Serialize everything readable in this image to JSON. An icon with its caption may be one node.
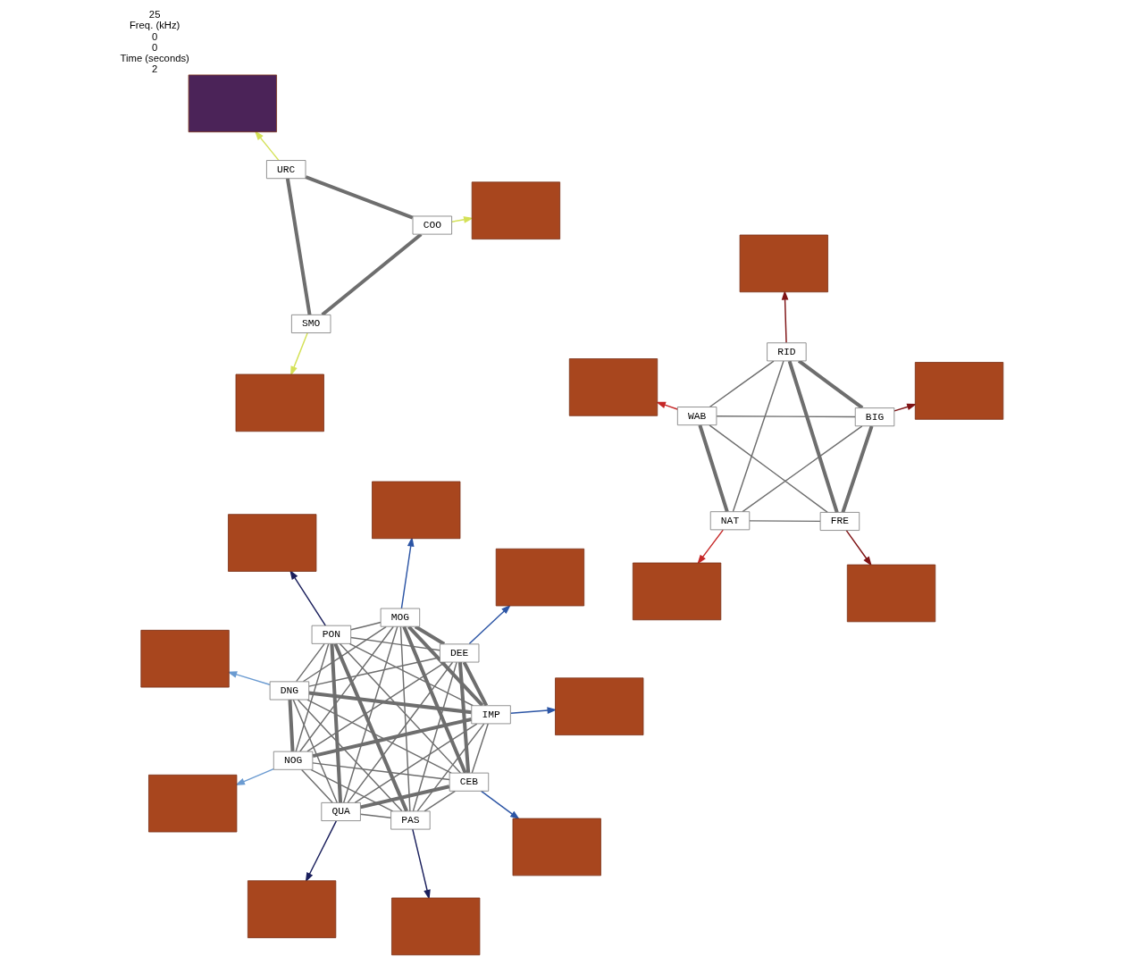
{
  "diagram": {
    "nodes": [
      {
        "text": [
          "URC"
        ]
      },
      {
        "text": [
          "COO"
        ]
      },
      {
        "text": [
          "SMO"
        ]
      },
      {
        "text": [
          "WAB"
        ]
      },
      {
        "text": [
          "NAT"
        ]
      },
      {
        "text": [
          "FRE"
        ]
      },
      {
        "text": [
          "RID"
        ]
      },
      {
        "text": [
          "BIG"
        ]
      },
      {
        "text": [
          "NOG"
        ]
      },
      {
        "text": [
          "DNG"
        ]
      },
      {
        "text": [
          "IMP"
        ]
      },
      {
        "text": [
          "DEE"
        ]
      },
      {
        "text": [
          "MOG"
        ]
      },
      {
        "text": [
          "CEB"
        ]
      },
      {
        "text": [
          "QUA"
        ]
      },
      {
        "text": [
          "PON"
        ]
      },
      {
        "text": [
          "PAS"
        ]
      },
      {
        "text": [],
        "shape": "box",
        "beside": [
          "25",
          "Freq. (kHz)",
          "0",
          "0",
          "Time (seconds)",
          "2"
        ]
      },
      {
        "text": [],
        "shape": "box"
      },
      {
        "text": [],
        "shape": "box"
      },
      {
        "text": [],
        "shape": "box"
      },
      {
        "text": [],
        "shape": "box"
      },
      {
        "text": [],
        "shape": "box"
      },
      {
        "text": [],
        "shape": "box"
      },
      {
        "text": [],
        "shape": "box"
      },
      {
        "text": [],
        "shape": "box"
      },
      {
        "text": [],
        "shape": "box"
      },
      {
        "text": [],
        "shape": "box"
      },
      {
        "text": [],
        "shape": "box"
      },
      {
        "text": [],
        "shape": "box"
      },
      {
        "text": [],
        "shape": "box"
      },
      {
        "text": [],
        "shape": "box"
      },
      {
        "text": [],
        "shape": "box"
      },
      {
        "text": [],
        "shape": "box"
      }
    ],
    "edges": [
      {
        "from": 0,
        "to": 1,
        "arrow": "none",
        "style": "thick"
      },
      {
        "from": 0,
        "to": 2,
        "arrow": "none",
        "style": "thick"
      },
      {
        "from": 1,
        "to": 2,
        "arrow": "none",
        "style": "thick"
      },
      {
        "from": 3,
        "to": 4,
        "arrow": "none",
        "style": "thick"
      },
      {
        "from": 3,
        "to": 5,
        "arrow": "none"
      },
      {
        "from": 3,
        "to": 6,
        "arrow": "none"
      },
      {
        "from": 3,
        "to": 7,
        "arrow": "none"
      },
      {
        "from": 4,
        "to": 5,
        "arrow": "none"
      },
      {
        "from": 4,
        "to": 6,
        "arrow": "none"
      },
      {
        "from": 4,
        "to": 7,
        "arrow": "none"
      },
      {
        "from": 5,
        "to": 6,
        "arrow": "none",
        "style": "thick"
      },
      {
        "from": 5,
        "to": 7,
        "arrow": "none",
        "style": "thick"
      },
      {
        "from": 6,
        "to": 7,
        "arrow": "none",
        "style": "thick"
      },
      {
        "from": 8,
        "to": 9,
        "arrow": "none",
        "style": "thick"
      },
      {
        "from": 8,
        "to": 10,
        "arrow": "none",
        "style": "thick"
      },
      {
        "from": 8,
        "to": 11,
        "arrow": "none"
      },
      {
        "from": 8,
        "to": 12,
        "arrow": "none"
      },
      {
        "from": 8,
        "to": 13,
        "arrow": "none"
      },
      {
        "from": 8,
        "to": 14,
        "arrow": "none"
      },
      {
        "from": 8,
        "to": 15,
        "arrow": "none"
      },
      {
        "from": 8,
        "to": 16,
        "arrow": "none"
      },
      {
        "from": 9,
        "to": 10,
        "arrow": "none",
        "style": "thick"
      },
      {
        "from": 9,
        "to": 11,
        "arrow": "none"
      },
      {
        "from": 9,
        "to": 12,
        "arrow": "none"
      },
      {
        "from": 9,
        "to": 13,
        "arrow": "none"
      },
      {
        "from": 9,
        "to": 14,
        "arrow": "none"
      },
      {
        "from": 9,
        "to": 15,
        "arrow": "none"
      },
      {
        "from": 9,
        "to": 16,
        "arrow": "none"
      },
      {
        "from": 10,
        "to": 11,
        "arrow": "none",
        "style": "thick"
      },
      {
        "from": 10,
        "to": 12,
        "arrow": "none",
        "style": "thick"
      },
      {
        "from": 10,
        "to": 13,
        "arrow": "none"
      },
      {
        "from": 10,
        "to": 14,
        "arrow": "none"
      },
      {
        "from": 10,
        "to": 15,
        "arrow": "none"
      },
      {
        "from": 10,
        "to": 16,
        "arrow": "none"
      },
      {
        "from": 11,
        "to": 12,
        "arrow": "none",
        "style": "thick"
      },
      {
        "from": 11,
        "to": 13,
        "arrow": "none",
        "style": "thick"
      },
      {
        "from": 11,
        "to": 14,
        "arrow": "none"
      },
      {
        "from": 11,
        "to": 15,
        "arrow": "none"
      },
      {
        "from": 11,
        "to": 16,
        "arrow": "none"
      },
      {
        "from": 12,
        "to": 13,
        "arrow": "none",
        "style": "thick"
      },
      {
        "from": 12,
        "to": 14,
        "arrow": "none"
      },
      {
        "from": 12,
        "to": 15,
        "arrow": "none"
      },
      {
        "from": 12,
        "to": 16,
        "arrow": "none"
      },
      {
        "from": 13,
        "to": 14,
        "arrow": "none",
        "style": "thick"
      },
      {
        "from": 13,
        "to": 15,
        "arrow": "none"
      },
      {
        "from": 13,
        "to": 16,
        "arrow": "none"
      },
      {
        "from": 14,
        "to": 15,
        "arrow": "none",
        "style": "thick"
      },
      {
        "from": 14,
        "to": 16,
        "arrow": "none"
      },
      {
        "from": 15,
        "to": 16,
        "arrow": "none",
        "style": "thick"
      },
      {
        "from": 0,
        "to": 17,
        "arrow": "to",
        "color": "#d4e157"
      },
      {
        "from": 1,
        "to": 18,
        "arrow": "to",
        "color": "#d4e157"
      },
      {
        "from": 2,
        "to": 19,
        "arrow": "to",
        "color": "#d4e157"
      },
      {
        "from": 3,
        "to": 20,
        "arrow": "to",
        "color": "#c62828"
      },
      {
        "from": 4,
        "to": 21,
        "arrow": "to",
        "color": "#c62828"
      },
      {
        "from": 5,
        "to": 22,
        "arrow": "to",
        "color": "#7f1416"
      },
      {
        "from": 6,
        "to": 23,
        "arrow": "to",
        "color": "#7f1416"
      },
      {
        "from": 7,
        "to": 24,
        "arrow": "to",
        "color": "#7f1416"
      },
      {
        "from": 16,
        "to": 25,
        "arrow": "to",
        "color": "#1a1f5c"
      },
      {
        "from": 8,
        "to": 26,
        "arrow": "to",
        "color": "#6b9bd1"
      },
      {
        "from": 9,
        "to": 27,
        "arrow": "to",
        "color": "#6b9bd1"
      },
      {
        "from": 10,
        "to": 28,
        "arrow": "to",
        "color": "#2c55a5"
      },
      {
        "from": 11,
        "to": 29,
        "arrow": "to",
        "color": "#2c55a5"
      },
      {
        "from": 12,
        "to": 30,
        "arrow": "to",
        "color": "#2c55a5"
      },
      {
        "from": 13,
        "to": 31,
        "arrow": "to",
        "color": "#2c55a5"
      },
      {
        "from": 14,
        "to": 32,
        "arrow": "to",
        "color": "#1a1f5c"
      },
      {
        "from": 15,
        "to": 33,
        "arrow": "to",
        "color": "#1a1f5c"
      }
    ]
  }
}
